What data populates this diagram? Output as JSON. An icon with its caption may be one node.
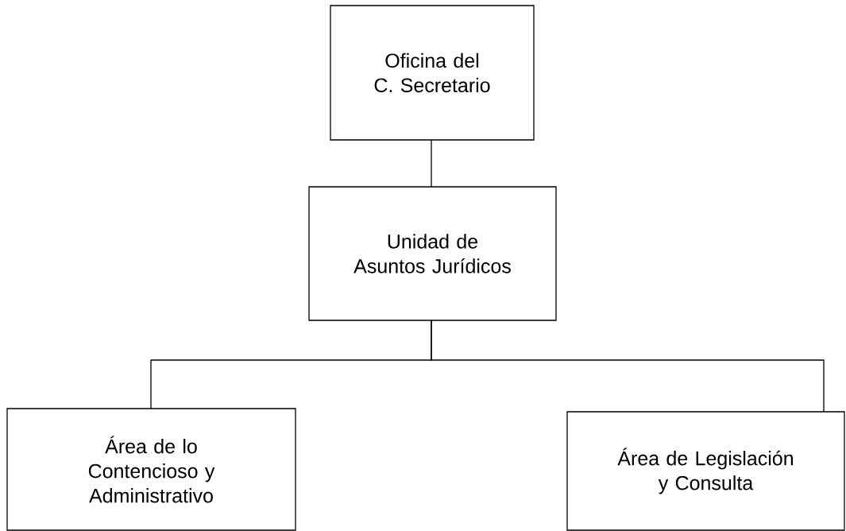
{
  "diagram": {
    "nodes": [
      {
        "text": [
          "Oficina del C. Secretario"
        ]
      },
      {
        "text": [
          "Unidad de Asuntos Jurídicos"
        ]
      },
      {
        "text": [
          "Área de lo Contencioso y Administrativo"
        ]
      },
      {
        "text": [
          "Área de Legislación y Consulta"
        ]
      }
    ],
    "edges": [
      {
        "from": 0,
        "to": 1,
        "arrow": "none"
      },
      {
        "from": 1,
        "to": 2,
        "arrow": "none"
      },
      {
        "from": 1,
        "to": 3,
        "arrow": "none"
      }
    ]
  }
}
